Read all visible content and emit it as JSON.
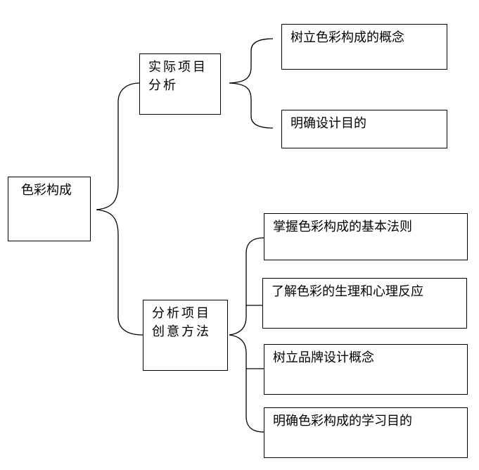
{
  "root": {
    "label": "色彩构成"
  },
  "branches": [
    {
      "label": "实际项目\n分析",
      "children": [
        "树立色彩构成的概念",
        "明确设计目的"
      ]
    },
    {
      "label": "分析项目\n创意方法",
      "children": [
        "掌握色彩构成的基本法则",
        "了解色彩的生理和心理反应",
        "树立品牌设计概念",
        "明确色彩构成的学习目的"
      ]
    }
  ]
}
